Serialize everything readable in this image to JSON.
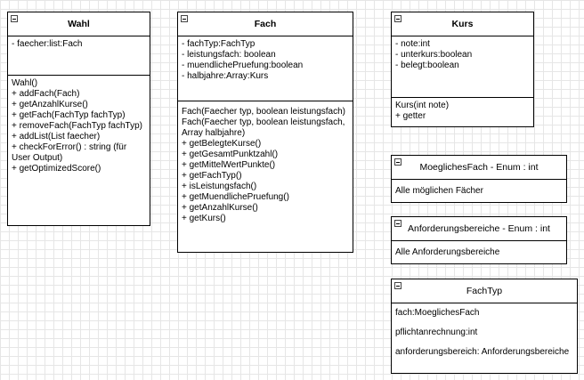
{
  "classes": {
    "wahl": {
      "title": "Wahl",
      "attributes": [
        "- faecher:list:Fach"
      ],
      "methods": [
        "Wahl()",
        "+ addFach(Fach)",
        "+ getAnzahlKurse()",
        "+ getFach(FachTyp fachTyp)",
        "+ removeFach(FachTyp fachTyp)",
        "+ addList(List faecher)",
        "+ checkForError() : string (für User Output)",
        "+ getOptimizedScore()"
      ]
    },
    "fach": {
      "title": "Fach",
      "attributes": [
        "- fachTyp:FachTyp",
        "- leistungsfach: boolean",
        "- muendlichePruefung:boolean",
        "- halbjahre:Array:Kurs"
      ],
      "methods": [
        "Fach(Faecher typ, boolean leistungsfach)",
        "Fach(Faecher typ, boolean leistungsfach, Array halbjahre)",
        "+ getBelegteKurse()",
        "+ getGesamtPunktzahl()",
        "+ getMittelWertPunkte()",
        "+ getFachTyp()",
        "+ isLeistungsfach()",
        "+ getMuendlichePruefung()",
        "+ getAnzahlKurse()",
        "+ getKurs()"
      ]
    },
    "kurs": {
      "title": "Kurs",
      "attributes": [
        "- note:int",
        "- unterkurs:boolean",
        "- belegt:boolean"
      ],
      "methods": [
        "Kurs(int note)",
        "+ getter"
      ]
    },
    "moeglichesFach": {
      "title": "MoeglichesFach - Enum : int",
      "body": "Alle möglichen Fächer"
    },
    "anforderungsbereiche": {
      "title": "Anforderungsbereiche - Enum : int",
      "body": "Alle Anforderungsbereiche"
    },
    "fachTyp": {
      "title": "FachTyp",
      "fields": [
        "fach:MoeglichesFach",
        "pflichtanrechnung:int",
        "anforderungsbereich: Anforderungsbereiche"
      ]
    }
  }
}
